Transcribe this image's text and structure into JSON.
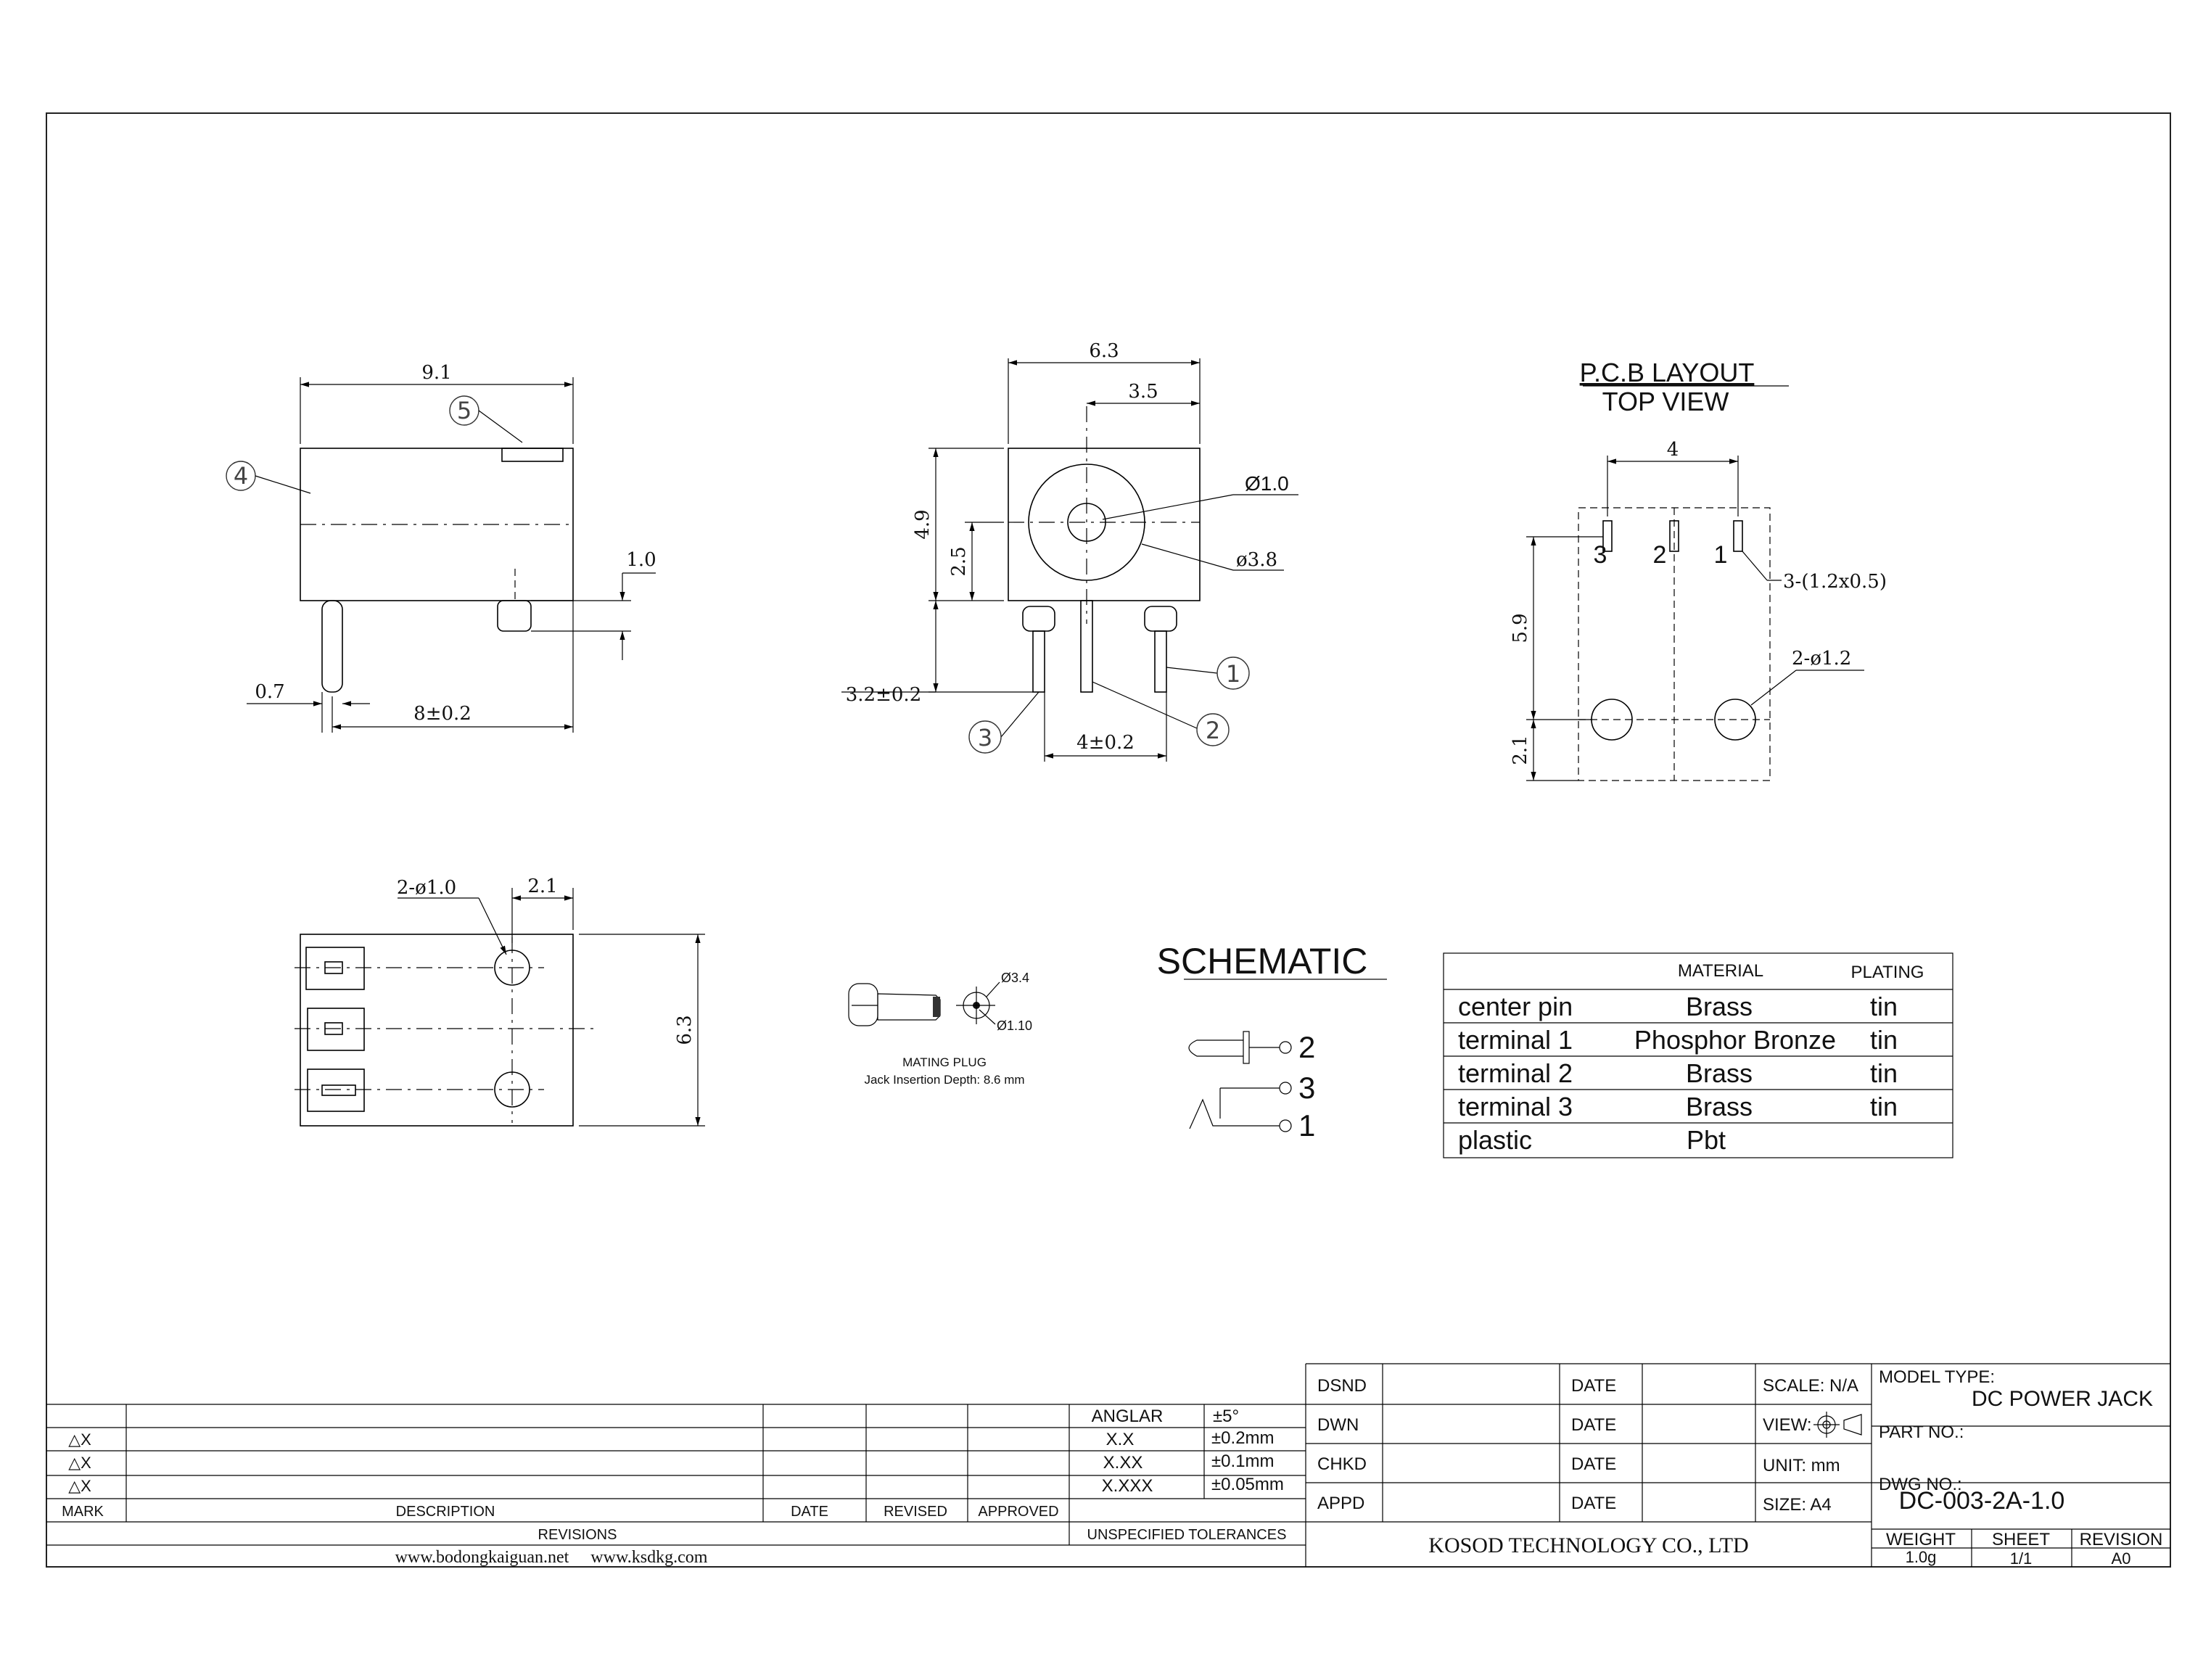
{
  "side_view": {
    "width_dim": "9.1",
    "callout_4": "4",
    "callout_5": "5",
    "pin_offset_dim": "1.0",
    "pin_dia_dim": "0.7",
    "pin_pitch_dim": "8±0.2"
  },
  "front_view": {
    "width_dim": "6.3",
    "center_dim": "3.5",
    "height_dim": "4.9",
    "center_height_dim": "2.5",
    "pin_dia_dim": "Ø1.0",
    "bore_dia_dim": "ø3.8",
    "pin_length_dim": "3.2±0.2",
    "pin_spacing_dim": "4±0.2",
    "callout_1": "1",
    "callout_2": "2",
    "callout_3": "3"
  },
  "pcb_layout": {
    "title_line1": "P.C.B LAYOUT",
    "title_line2": "TOP VIEW",
    "width_dim": "4",
    "height_dim": "5.9",
    "bottom_dim": "2.1",
    "slot_dim": "3-(1.2x0.5)",
    "hole_dim": "2-ø1.2",
    "pad_label_3": "3",
    "pad_label_2": "2",
    "pad_label_1": "1"
  },
  "bottom_view": {
    "hole_dim": "2-ø1.0",
    "offset_dim": "2.1",
    "height_dim": "6.3"
  },
  "mating_plug": {
    "outer_dia": "Ø3.4",
    "inner_dia": "Ø1.10",
    "label": "MATING PLUG",
    "note": "Jack Insertion Depth: 8.6 mm"
  },
  "schematic": {
    "title": "SCHEMATIC",
    "label_2": "2",
    "label_3": "3",
    "label_1": "1"
  },
  "material_table": {
    "headers": [
      "",
      "MATERIAL",
      "PLATING"
    ],
    "rows": [
      [
        "center pin",
        "Brass",
        "tin"
      ],
      [
        "terminal 1",
        "Phosphor Bronze",
        "tin"
      ],
      [
        "terminal 2",
        "Brass",
        "tin"
      ],
      [
        "terminal 3",
        "Brass",
        "tin"
      ],
      [
        "plastic",
        "Pbt",
        ""
      ]
    ]
  },
  "title_block": {
    "tolerances": {
      "anglar_label": "ANGLAR",
      "anglar_val": "±5°",
      "x_label": "X.X",
      "x_val": "±0.2mm",
      "xx_label": "X.XX",
      "xx_val": "±0.1mm",
      "xxx_label": "X.XXX",
      "xxx_val": "±0.05mm",
      "caption": "UNSPECIFIED TOLERANCES"
    },
    "revision_marks": [
      "△X",
      "△X",
      "△X"
    ],
    "rev_headers": {
      "mark": "MARK",
      "description": "DESCRIPTION",
      "date": "DATE",
      "revised": "REVISED",
      "approved": "APPROVED",
      "revisions": "REVISIONS"
    },
    "websites": "www.bodongkaiguan.net     www.ksdkg.com",
    "signoff": {
      "dsnd": "DSND",
      "dwn": "DWN",
      "chkd": "CHKD",
      "appd": "APPD",
      "date": "DATE"
    },
    "scale": "SCALE: N/A",
    "view": "VIEW:",
    "unit": "UNIT: mm",
    "size": "SIZE: A4",
    "model_type_label": "MODEL TYPE:",
    "model_type": "DC POWER JACK",
    "part_no_label": "PART NO.:",
    "dwg_no_label": "DWG NO.:",
    "dwg_no": "DC-003-2A-1.0",
    "company": "KOSOD TECHNOLOGY CO., LTD",
    "weight_label": "WEIGHT",
    "weight": "1.0g",
    "sheet_label": "SHEET",
    "sheet": "1/1",
    "revision_label": "REVISION",
    "revision": "A0"
  }
}
